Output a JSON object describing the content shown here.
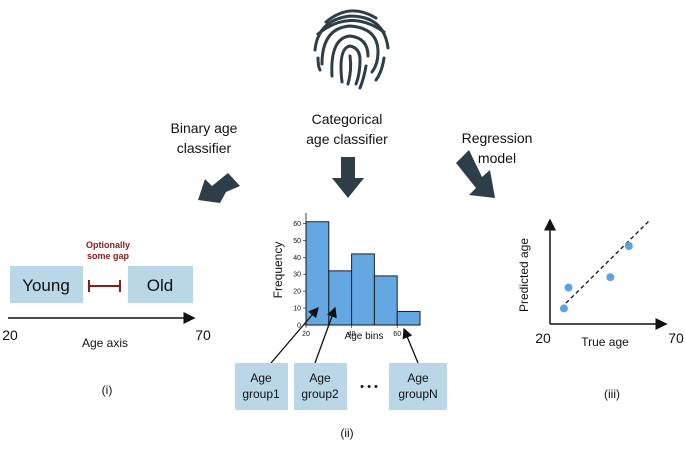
{
  "colors": {
    "box_fill": "#b9d7e6",
    "bar_fill": "#64a8e3",
    "bar_stroke": "#1f1f1f",
    "arrow_fill": "#2d3e48",
    "point_fill": "#5aa4e2",
    "gap_color": "#8b1a1a",
    "text": "#111111"
  },
  "icons": {
    "top": "fingerprint-icon"
  },
  "top_labels": {
    "binary": [
      "Binary age",
      "classifier"
    ],
    "categorical": [
      "Categorical",
      "age classifier"
    ],
    "regression": [
      "Regression",
      "model"
    ]
  },
  "binary": {
    "young_label": "Young",
    "old_label": "Old",
    "gap_note": [
      "Optionally",
      "some gap"
    ],
    "axis_min": "20",
    "axis_max": "70",
    "axis_label": "Age axis",
    "panel_label": "(i)"
  },
  "categorical": {
    "groups": [
      "Age group1",
      "Age group2",
      "Age groupN"
    ],
    "groups_lines": [
      [
        "Age",
        "group1"
      ],
      [
        "Age",
        "group2"
      ],
      [
        "Age",
        "groupN"
      ]
    ],
    "ellipsis": "• • •",
    "panel_label": "(ii)"
  },
  "regression": {
    "ylabel": "Predicted age",
    "xlabel": "True age",
    "x_min_label": "20",
    "x_max_label": "70",
    "panel_label": "(iii)"
  },
  "chart_data": {
    "type": "bar",
    "xlabel": "Age bins",
    "ylabel": "Frequency",
    "bin_edges": [
      20,
      30,
      40,
      50,
      60,
      70
    ],
    "values": [
      61,
      32,
      42,
      29,
      8
    ],
    "ylim": [
      0,
      65
    ],
    "xlim": [
      20,
      70
    ],
    "yticks": [
      0,
      10,
      20,
      30,
      40,
      50,
      60
    ],
    "xticks": [
      20,
      40,
      60
    ],
    "grid": false
  },
  "scatter_data": {
    "type": "scatter",
    "points": [
      [
        26,
        26
      ],
      [
        28,
        34
      ],
      [
        46,
        38
      ],
      [
        54,
        50
      ]
    ],
    "trend_line": "dashed",
    "xlim": [
      20,
      70
    ],
    "ylim": [
      20,
      60
    ]
  }
}
